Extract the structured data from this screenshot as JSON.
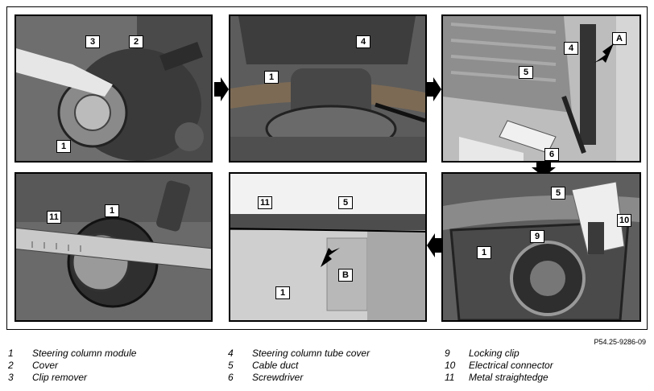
{
  "callouts": {
    "p1": [
      "3",
      "2",
      "1"
    ],
    "p2": [
      "4",
      "1"
    ],
    "p3": [
      "A",
      "4",
      "5",
      "6"
    ],
    "p4": [
      "11",
      "1"
    ],
    "p5": [
      "11",
      "5",
      "B",
      "1"
    ],
    "p6": [
      "5",
      "10",
      "9",
      "1"
    ]
  },
  "reference": "P54.25-9286-09",
  "legend": [
    {
      "num": "1",
      "text": "Steering column module"
    },
    {
      "num": "2",
      "text": "Cover"
    },
    {
      "num": "3",
      "text": "Clip remover"
    },
    {
      "num": "4",
      "text": "Steering column tube cover"
    },
    {
      "num": "5",
      "text": "Cable duct"
    },
    {
      "num": "6",
      "text": "Screwdriver"
    },
    {
      "num": "9",
      "text": "Locking clip"
    },
    {
      "num": "10",
      "text": "Electrical connector"
    },
    {
      "num": "11",
      "text": "Metal straightedge"
    }
  ]
}
